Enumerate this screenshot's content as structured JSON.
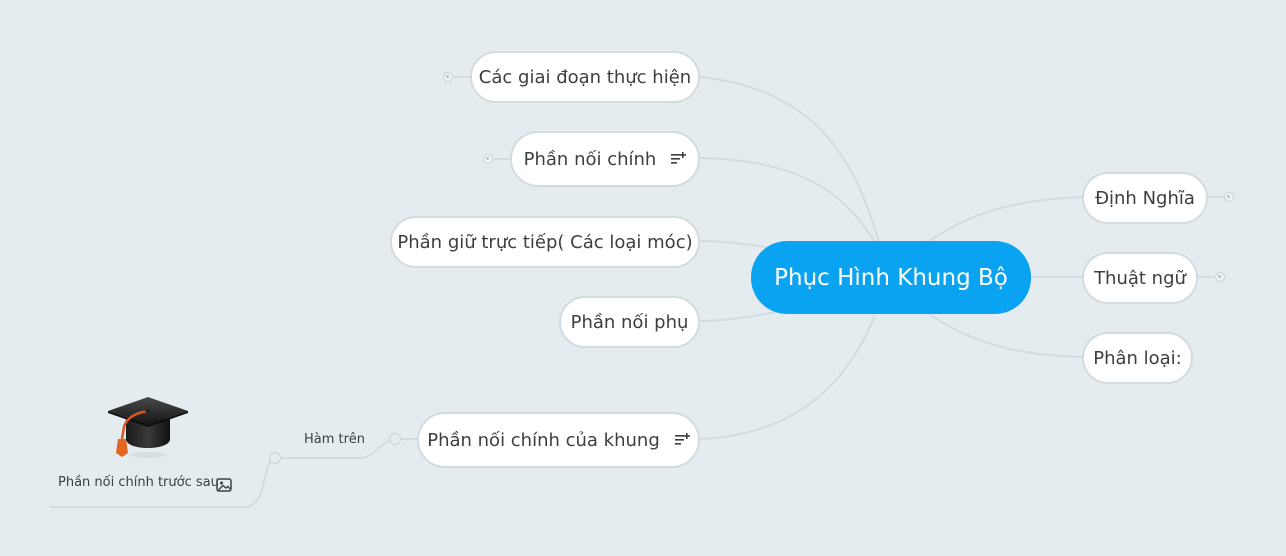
{
  "root": {
    "label": "Phục Hình Khung Bộ"
  },
  "left_topics": [
    {
      "label": "Các giai đoạn thực hiện",
      "has_note": false
    },
    {
      "label": "Phần nối chính",
      "has_note": true
    },
    {
      "label": "Phần giữ trực tiếp( Các loại móc)",
      "has_note": false
    },
    {
      "label": "Phần nối phụ",
      "has_note": false
    },
    {
      "label": "Phần nối chính của khung",
      "has_note": true
    }
  ],
  "right_topics": [
    {
      "label": "Định Nghĩa"
    },
    {
      "label": "Thuật ngữ"
    },
    {
      "label": "Phân loại:"
    }
  ],
  "sub_branch": {
    "label": "Hàm trên",
    "child_label": "Phần nối chính trước sau",
    "child_image": "graduation-cap-icon"
  },
  "colors": {
    "background": "#e4ecf0",
    "root_fill": "#0aa3f1",
    "node_border": "#d3dbe0",
    "edge": "#d3dbe0",
    "text": "#3b3f42"
  }
}
